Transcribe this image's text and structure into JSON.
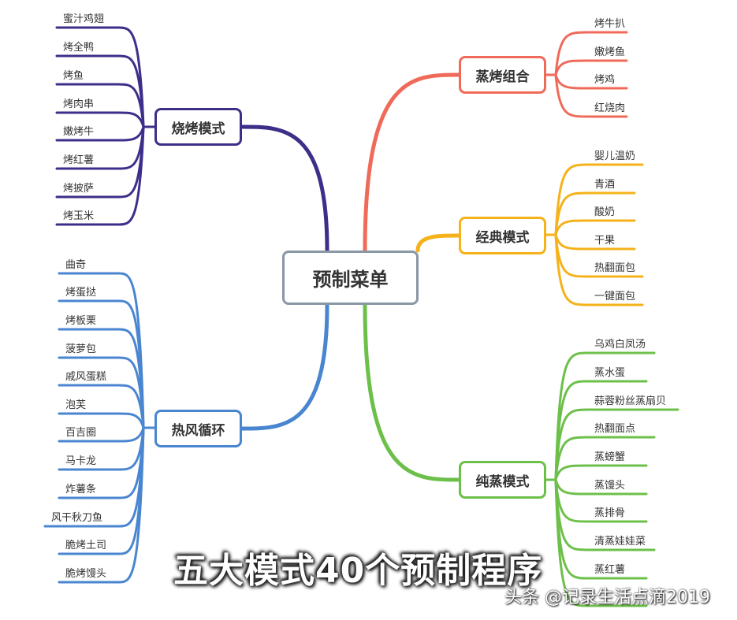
{
  "root": {
    "label": "预制菜单"
  },
  "branches": [
    {
      "key": "bbq",
      "label": "烧烤模式",
      "color": "#3d2e8a",
      "side": "left",
      "items": [
        "蜜汁鸡翅",
        "烤全鸭",
        "烤鱼",
        "烤肉串",
        "嫩烤牛",
        "烤红薯",
        "烤披萨",
        "烤玉米"
      ]
    },
    {
      "key": "convection",
      "label": "热风循环",
      "color": "#4a86d0",
      "side": "left",
      "items": [
        "曲奇",
        "烤蛋挞",
        "烤板栗",
        "菠萝包",
        "戚风蛋糕",
        "泡芙",
        "百吉圈",
        "马卡龙",
        "炸薯条",
        "风干秋刀鱼",
        "脆烤土司",
        "脆烤馒头"
      ]
    },
    {
      "key": "steam_bake",
      "label": "蒸烤组合",
      "color": "#f06a5a",
      "side": "right",
      "items": [
        "烤牛扒",
        "嫩烤鱼",
        "烤鸡",
        "红烧肉"
      ]
    },
    {
      "key": "classic",
      "label": "经典模式",
      "color": "#f5b21a",
      "side": "right",
      "items": [
        "婴儿温奶",
        "青酒",
        "酸奶",
        "干果",
        "热翻面包",
        "一键面包"
      ]
    },
    {
      "key": "steam",
      "label": "纯蒸模式",
      "color": "#6cc04a",
      "side": "right",
      "items": [
        "乌鸡白凤汤",
        "蒸水蛋",
        "蒜蓉粉丝蒸扇贝",
        "热翻面点",
        "蒸螃蟹",
        "蒸馒头",
        "蒸排骨",
        "清蒸娃娃菜",
        "蒸红薯",
        ""
      ]
    }
  ],
  "caption": "五大模式40个预制程序",
  "watermark": "头条 @记录生活点滴2019"
}
